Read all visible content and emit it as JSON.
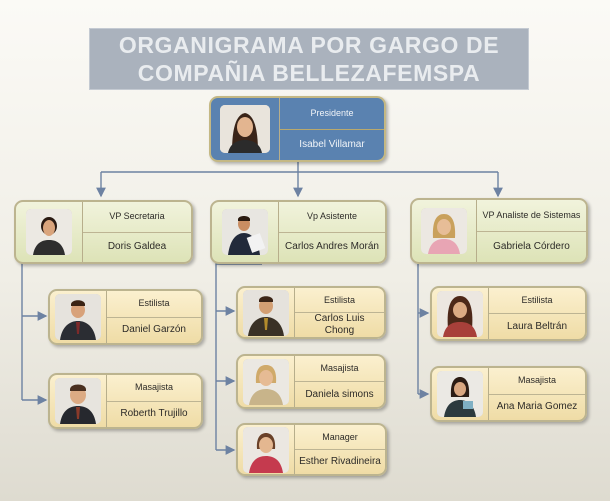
{
  "title": {
    "line1": "ORGANIGRAMA POR GARGO DE",
    "line2": "COMPAÑIA BELLEZAFEMSPA"
  },
  "president": {
    "role": "Presidente",
    "name": "Isabel Villamar",
    "photo": "portrait-woman-icon"
  },
  "vps": [
    {
      "role": "VP Secretaria",
      "name": "Doris Galdea",
      "photo": "portrait-woman-icon",
      "subordinates": [
        {
          "role": "Estilista",
          "name": "Daniel Garzón",
          "photo": "portrait-man-icon"
        },
        {
          "role": "Masajista",
          "name": "Roberth Trujillo",
          "photo": "portrait-man-icon"
        }
      ]
    },
    {
      "role": "Vp Asistente",
      "name": "Carlos Andres Morán",
      "photo": "portrait-man-icon",
      "subordinates": [
        {
          "role": "Estilista",
          "name": "Carlos Luis Chong",
          "photo": "portrait-man-icon"
        },
        {
          "role": "Masajista",
          "name": "Daniela simons",
          "photo": "portrait-woman-icon"
        },
        {
          "role": "Manager",
          "name": "Esther Rivadineira",
          "photo": "portrait-woman-icon"
        }
      ]
    },
    {
      "role": "VP Analiste de Sistemas",
      "name": "Gabriela Córdero",
      "photo": "portrait-woman-icon",
      "subordinates": [
        {
          "role": "Estilista",
          "name": "Laura Beltrán",
          "photo": "portrait-woman-icon"
        },
        {
          "role": "Masajista",
          "name": "Ana Maria Gomez",
          "photo": "portrait-woman-icon"
        }
      ]
    }
  ],
  "colors": {
    "president_fill": "#5a82b0",
    "vp_fill": "#e6eac5",
    "sub_fill": "#f4e6bb",
    "connector": "#6d82a2",
    "title_fill": "#aab2bd"
  }
}
